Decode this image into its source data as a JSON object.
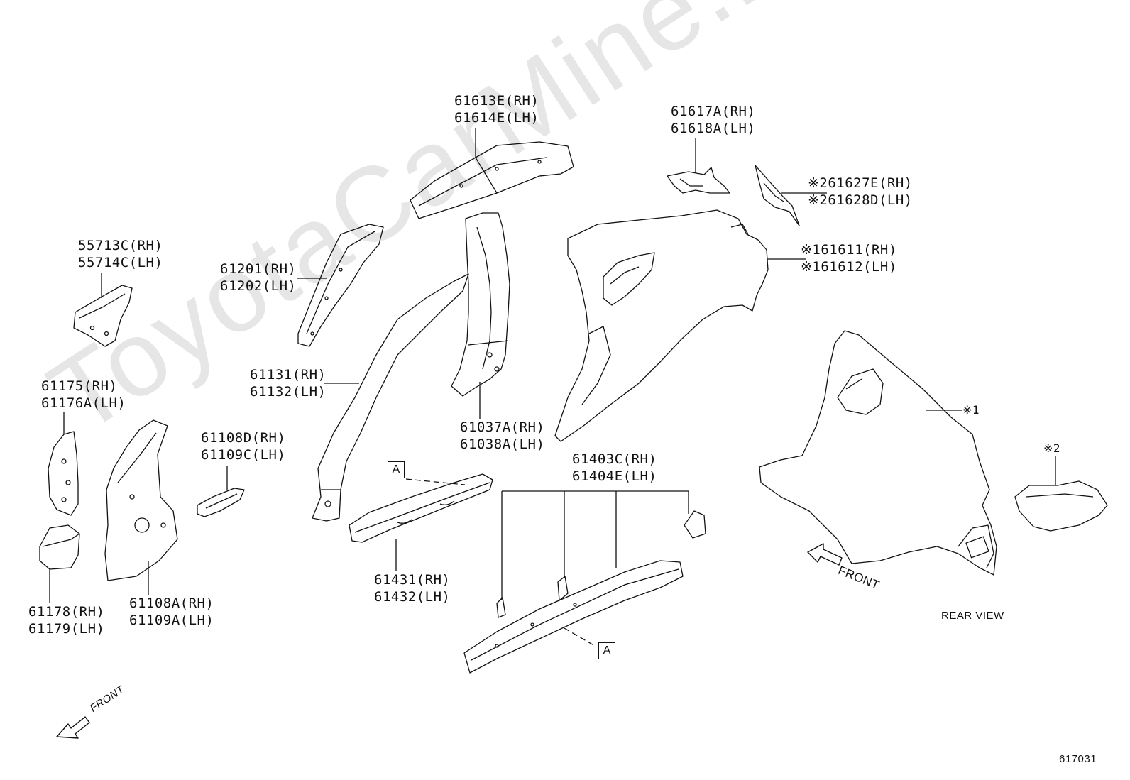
{
  "watermark": "ToyotaCarMine.ru",
  "diagram_id": "617031",
  "parts": {
    "p61613": [
      "61613E(RH)",
      "61614E(LH)"
    ],
    "p61617": [
      "61617A(RH)",
      "61618A(LH)"
    ],
    "p61627": [
      "※261627E(RH)",
      "※261628D(LH)"
    ],
    "p61611": [
      "※161611(RH)",
      "※161612(LH)"
    ],
    "p55713": [
      "55713C(RH)",
      "55714C(LH)"
    ],
    "p61201": [
      "61201(RH)",
      "61202(LH)"
    ],
    "p61131": [
      "61131(RH)",
      "61132(LH)"
    ],
    "p61175": [
      "61175(RH)",
      "61176A(LH)"
    ],
    "p61108d": [
      "61108D(RH)",
      "61109C(LH)"
    ],
    "p61037": [
      "61037A(RH)",
      "61038A(LH)"
    ],
    "p61403": [
      "61403C(RH)",
      "61404E(LH)"
    ],
    "p61431": [
      "61431(RH)",
      "61432(LH)"
    ],
    "p61178": [
      "61178(RH)",
      "61179(LH)"
    ],
    "p61108a": [
      "61108A(RH)",
      "61109A(LH)"
    ]
  },
  "ref_a": "A",
  "ref_note_1": "※1",
  "ref_note_2": "※2",
  "front_label": "FRONT",
  "rear_view_label": "REAR VIEW"
}
